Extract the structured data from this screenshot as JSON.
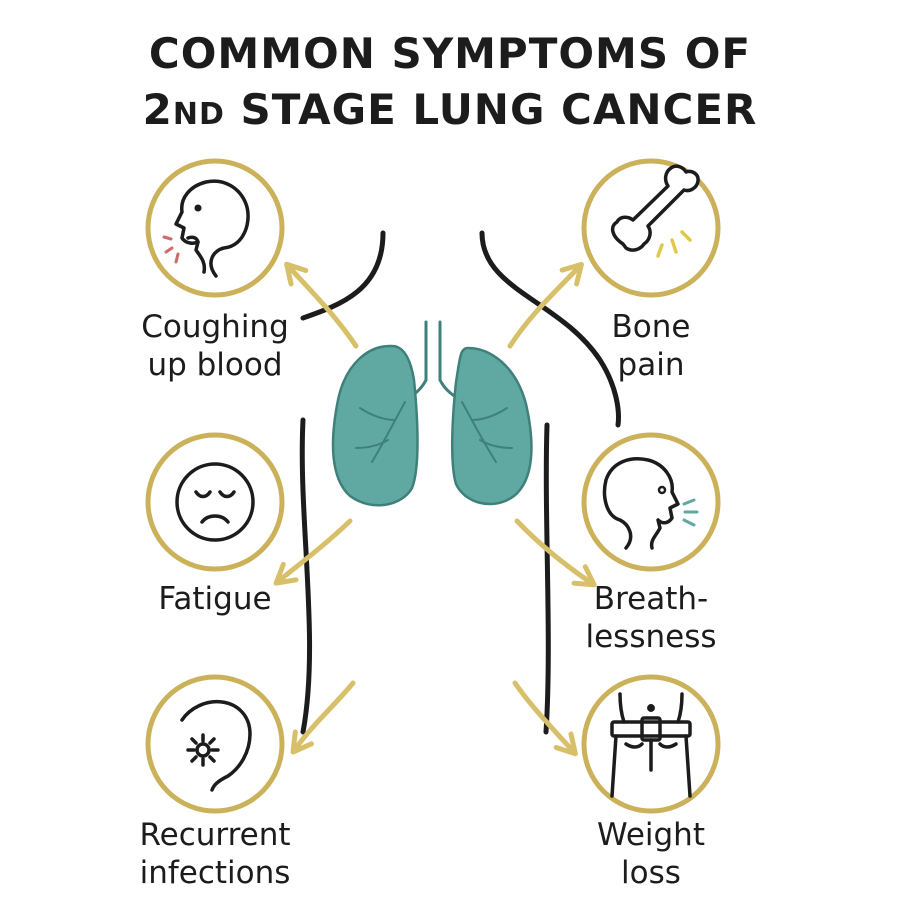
{
  "title": {
    "line1": "COMMON SYMPTOMS OF",
    "line2_num": "2",
    "line2_sup": "ND",
    "line2_rest": " STAGE LUNG CANCER"
  },
  "symptoms": [
    {
      "label_line1": "Coughing",
      "label_line2": "up blood",
      "icon": "coughing-head-icon"
    },
    {
      "label_line1": "Fatigue",
      "label_line2": "",
      "icon": "tired-face-icon"
    },
    {
      "label_line1": "Recurrent",
      "label_line2": "infections",
      "icon": "infection-icon"
    },
    {
      "label_line1": "Bone",
      "label_line2": "pain",
      "icon": "bone-icon"
    },
    {
      "label_line1": "Breath-",
      "label_line2": "lessness",
      "icon": "breathing-head-icon"
    },
    {
      "label_line1": "Weight",
      "label_line2": "loss",
      "icon": "loose-pants-icon"
    }
  ],
  "colors": {
    "ring": "#cbb15a",
    "lungs": "#5fa9a2",
    "lungs_stroke": "#3f807a",
    "arrow": "#d8bf6a",
    "ink": "#1c1c1c",
    "blood": "#d06a6a",
    "pain": "#e0c94a",
    "breath": "#5fa9a2"
  }
}
